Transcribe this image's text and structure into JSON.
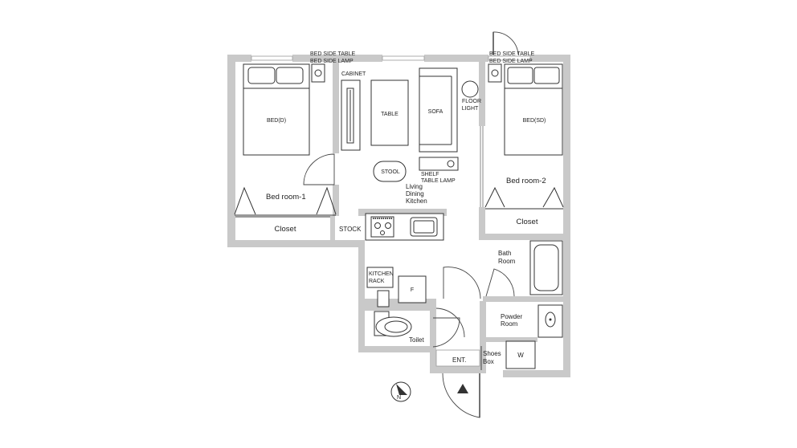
{
  "labels": {
    "bed_side_table_left": "BED SIDE TABLE",
    "bed_side_lamp_left": "BED SIDE LAMP",
    "bed_side_table_right": "BED SIDE TABLE",
    "bed_side_lamp_right": "BED SIDE LAMP",
    "cabinet": "CABINET",
    "table": "TABLE",
    "sofa": "SOFA",
    "floor_light_1": "FLOOR",
    "floor_light_2": "LIGHT",
    "bed_d": "BED(D)",
    "bed_sd": "BED(SD)",
    "stool": "STOOL",
    "shelf": "SHELF",
    "table_lamp": "TABLE LAMP",
    "ldk_1": "Living",
    "ldk_2": "Dining",
    "ldk_3": "Kitchen",
    "bedroom1": "Bed room-1",
    "bedroom2": "Bed room-2",
    "closet_left": "Closet",
    "closet_right": "Closet",
    "stock": "STOCK",
    "bath_1": "Bath",
    "bath_2": "Room",
    "kitchen_rack_1": "KITCHEN",
    "kitchen_rack_2": "RACK",
    "fridge": "F",
    "powder_1": "Powder",
    "powder_2": "Room",
    "toilet": "Toilet",
    "entrance": "ENT.",
    "shoes_1": "Shoes",
    "shoes_2": "Box",
    "washer": "W",
    "north": "N"
  }
}
